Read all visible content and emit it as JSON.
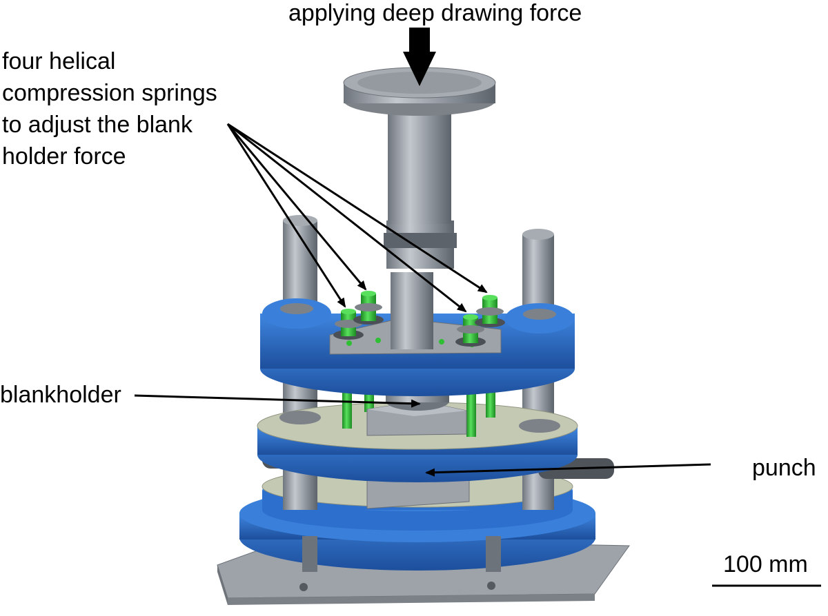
{
  "labels": {
    "force": "applying deep drawing force",
    "springs": [
      "four helical",
      "compression springs",
      "to adjust the blank",
      "holder force"
    ],
    "blankholder": "blankholder",
    "punch": "punch",
    "scale": "100 mm"
  },
  "colors": {
    "steel": "#8a9098",
    "steel_light": "#b7bcc2",
    "steel_dark": "#5d636b",
    "blue": "#2d73d2",
    "blue_dark": "#1d4f9c",
    "green": "#34c83a",
    "green_dark": "#1c8a22",
    "arrow": "#000000"
  }
}
